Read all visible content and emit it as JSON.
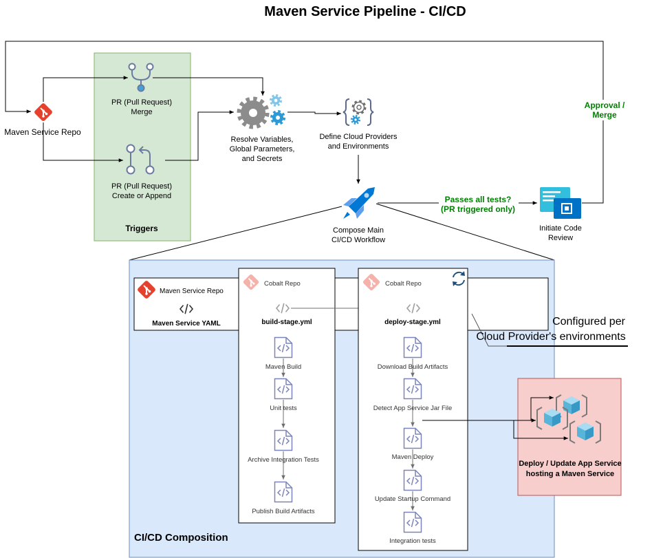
{
  "title": "Maven Service Pipeline - CI/CD",
  "colors": {
    "triggers_fill": "#d5e8d4",
    "triggers_stroke": "#82b366",
    "composition_fill": "#dae8fc",
    "composition_stroke": "#6c8ebf",
    "target_fill": "#f8cecc",
    "target_stroke": "#b85450",
    "edge_label_green": "#008000",
    "git_red": "#e5412d"
  },
  "flow": {
    "maven_repo": {
      "label": "Maven Service Repo",
      "icon": "git-icon"
    },
    "pr_merge": {
      "lines": [
        "PR (Pull Request)",
        "Merge"
      ],
      "icon": "branch-merge-icon"
    },
    "pr_create": {
      "lines": [
        "PR (Pull Request)",
        "Create or Append"
      ],
      "icon": "pull-request-icon"
    },
    "triggers": {
      "label": "Triggers"
    },
    "resolve": {
      "lines": [
        "Resolve Variables,",
        "Global Parameters,",
        "and Secrets"
      ],
      "icon": "gears-icon"
    },
    "define": {
      "lines": [
        "Define Cloud Providers",
        "and Environments"
      ],
      "icon": "code-gear-icon"
    },
    "compose": {
      "lines": [
        "Compose Main",
        "CI/CD Workflow"
      ],
      "icon": "azure-pipelines-icon"
    },
    "review": {
      "lines": [
        "Initiate Code",
        "Review"
      ],
      "icon": "code-review-icon"
    }
  },
  "edges": {
    "passes_tests": [
      "Passes all tests?",
      "(PR triggered only)"
    ],
    "approval": [
      "Approval /",
      "Merge"
    ]
  },
  "composition": {
    "label": "CI/CD Composition",
    "service_yaml": {
      "repo_label": "Maven Service Repo",
      "file": "Maven Service YAML",
      "icon": "code-icon"
    },
    "build_stage": {
      "repo_label": "Cobalt Repo",
      "file": "build-stage.yml",
      "steps": [
        "Maven Build",
        "Unit tests",
        "Archive Integration Tests",
        "Publish Build Artifacts"
      ]
    },
    "deploy_stage": {
      "repo_label": "Cobalt Repo",
      "file": "deploy-stage.yml",
      "steps": [
        "Download Build Artifacts",
        "Detect App Service Jar File",
        "Maven Deploy",
        "Update Startup Command",
        "Integration tests"
      ],
      "icon": "refresh-icon"
    },
    "callout": [
      "Configured per",
      "Cloud Provider's environments"
    ]
  },
  "target": {
    "lines": [
      "Deploy / Update App Service",
      "hosting a Maven Service"
    ],
    "icon": "app-service-icon"
  }
}
